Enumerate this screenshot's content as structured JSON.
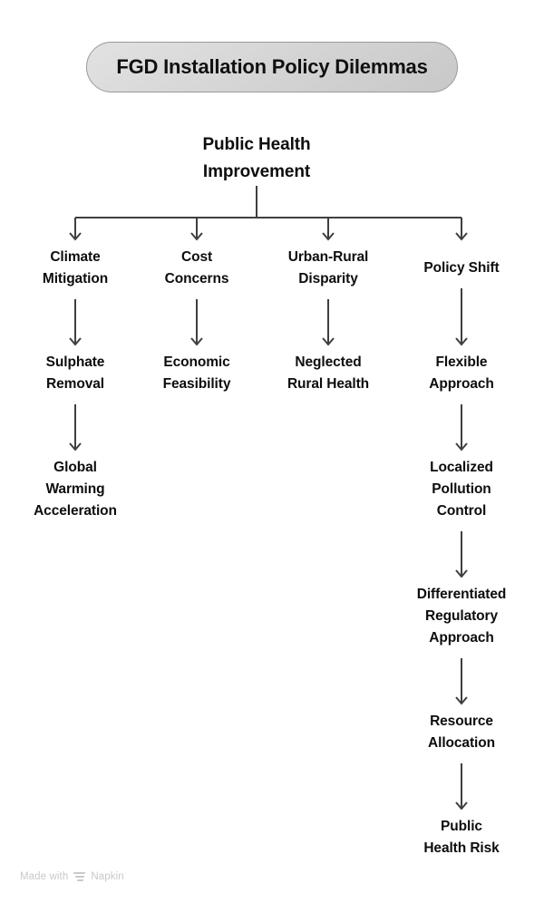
{
  "diagram": {
    "title": "FGD Installation Policy Dilemmas",
    "root": {
      "label": "Public Health\nImprovement"
    },
    "branches": [
      {
        "id": "climate",
        "nodes": [
          {
            "label": "Climate\nMitigation"
          },
          {
            "label": "Sulphate\nRemoval"
          },
          {
            "label": "Global\nWarming\nAcceleration"
          }
        ]
      },
      {
        "id": "cost",
        "nodes": [
          {
            "label": "Cost\nConcerns"
          },
          {
            "label": "Economic\nFeasibility"
          }
        ]
      },
      {
        "id": "urban-rural",
        "nodes": [
          {
            "label": "Urban-Rural\nDisparity"
          },
          {
            "label": "Neglected\nRural Health"
          }
        ]
      },
      {
        "id": "policy",
        "nodes": [
          {
            "label": "Policy Shift"
          },
          {
            "label": "Flexible\nApproach"
          },
          {
            "label": "Localized\nPollution\nControl"
          },
          {
            "label": "Differentiated\nRegulatory\nApproach"
          },
          {
            "label": "Resource\nAllocation"
          },
          {
            "label": "Public\nHealth Risk"
          }
        ]
      }
    ]
  },
  "footer": {
    "made_with": "Made with",
    "brand": "Napkin",
    "logo_icon": "napkin-chevrons-icon"
  },
  "colors": {
    "background": "#ffffff",
    "text": "#0d0d0d",
    "connector": "#3f3f3f",
    "pill_border": "#9a9a9a",
    "pill_fill": "#d6d6d6",
    "watermark": "#c9c9c9"
  }
}
